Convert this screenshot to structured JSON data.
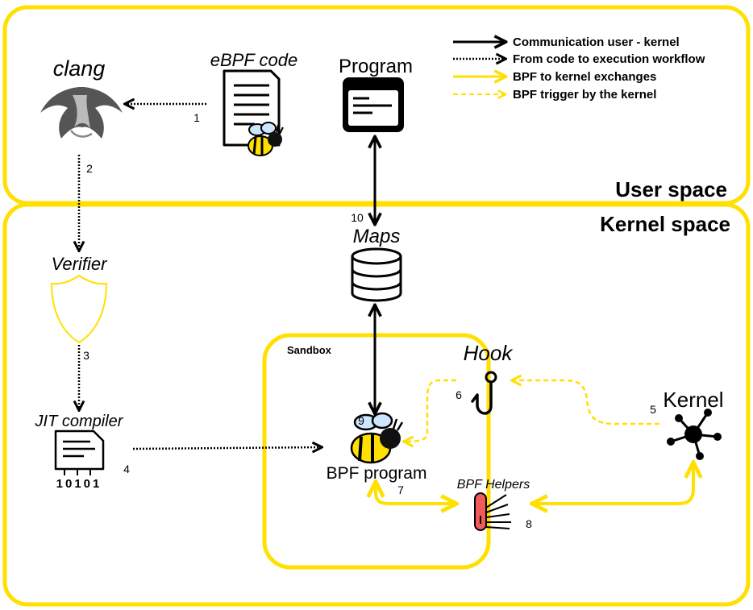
{
  "colors": {
    "yellow": "#FFE000",
    "black": "#000000",
    "helper_red": "#F05A5A"
  },
  "legend": {
    "items": [
      {
        "label": "Communication user - kernel",
        "style": "solid-black"
      },
      {
        "label": "From code to execution workflow",
        "style": "dotted-black"
      },
      {
        "label": "BPF to kernel exchanges",
        "style": "solid-yellow"
      },
      {
        "label": "BPF trigger by the kernel",
        "style": "dashed-yellow"
      }
    ]
  },
  "regions": {
    "user_space": "User space",
    "kernel_space": "Kernel space",
    "sandbox": "Sandbox"
  },
  "nodes": {
    "clang": "clang",
    "ebpf_code": "eBPF code",
    "program": "Program",
    "maps": "Maps",
    "verifier": "Verifier",
    "jit_compiler": "JIT compiler",
    "jit_binary": "10101",
    "hook": "Hook",
    "kernel": "Kernel",
    "bpf_program": "BPF program",
    "bpf_helpers": "BPF Helpers"
  },
  "icons": {
    "clang": "dragon-logo-icon",
    "ebpf_code": "document-icon",
    "bee": "bee-icon",
    "program": "program-window-icon",
    "maps": "database-icon",
    "verifier": "shield-icon",
    "jit": "jit-compiler-icon",
    "hook": "fishing-hook-icon",
    "kernel": "network-hub-icon",
    "helpers": "swiss-knife-icon"
  },
  "steps": {
    "s1": "1",
    "s2": "2",
    "s3": "3",
    "s4": "4",
    "s5": "5",
    "s6": "6",
    "s7": "7",
    "s8": "8",
    "s9": "9",
    "s10": "10"
  }
}
